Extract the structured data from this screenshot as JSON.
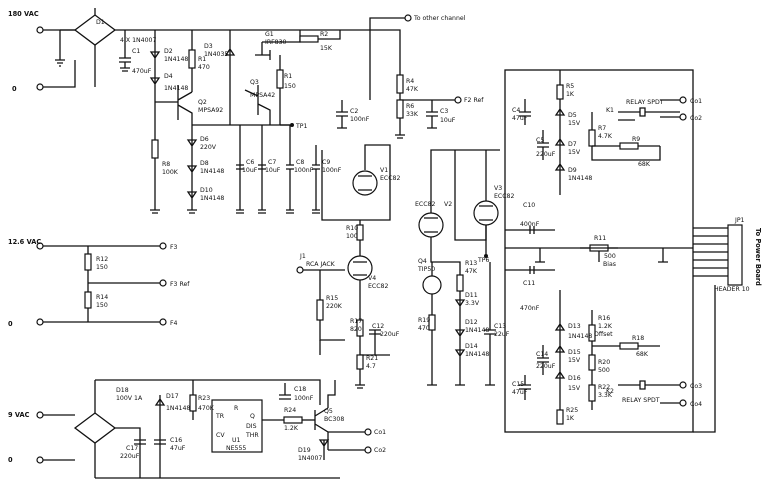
{
  "labels": {
    "ac_180": "180 VAC",
    "ac_180_zero": "0",
    "d1": "D1",
    "d1_val": "4 X 1N4007",
    "c1": "C1",
    "c1_val": "470uF",
    "d2": "D2",
    "d2_val": "1N4148",
    "d4": "D4",
    "d4_val": "1N4148",
    "d3": "D3",
    "d3_val": "1N4035",
    "r1": "R1",
    "r1_val": "470",
    "r1b": "R1",
    "r1b_val": "150",
    "g1": "G1",
    "g1_val": "IRF830",
    "r2": "R2",
    "r2_val": "15K",
    "q2": "Q2",
    "q2_val": "MPSA92",
    "q3": "Q3",
    "q3_val": "MPSA42",
    "to_other": "To other channel",
    "r4": "R4",
    "r4_val": "47K",
    "r6": "R6",
    "r6_val": "33K",
    "f2ref": "F2 Ref",
    "c2": "C2",
    "c2_val": "100nF",
    "c3": "C3",
    "c3_val": "10uF",
    "d6": "D6",
    "d6_val": "220V",
    "d8": "D8",
    "d8_val": "1N4148",
    "d10": "D10",
    "d10_val": "1N4148",
    "c6": "C6",
    "c6_val": "10uF",
    "c7": "C7",
    "c7_val": "10uF",
    "c8": "C8",
    "c8_val": "100nF",
    "c9": "C9",
    "c9_val": "100nF",
    "tp1": "TP1",
    "r8": "R8",
    "r8_val": "100K",
    "v1": "V1",
    "v1_val": "ECC82",
    "v2a": "ECC82",
    "v2": "V2",
    "v3": "V3",
    "v3_val": "ECC82",
    "r10": "R10",
    "r10_val": "100",
    "ac_126": "12.6 VAC",
    "ac_126_zero": "0",
    "r12": "R12",
    "r12_val": "150",
    "r14": "R14",
    "r14_val": "150",
    "f3": "F3",
    "f3ref": "F3 Ref",
    "f4": "F4",
    "j1": "J1",
    "j1_val": "RCA JACK",
    "v4": "V4",
    "v4_val": "ECC82",
    "r15": "R15",
    "r15_val": "220K",
    "r17": "R17",
    "r17_val": "820",
    "c12": "C12",
    "c12_val": "220uF",
    "r21": "R21",
    "r21_val": "4.7",
    "q4": "Q4",
    "q4_val": "TIP50",
    "r13": "R13",
    "r13_val": "47K",
    "d11": "D11",
    "d11_val": "3.3V",
    "d12": "D12",
    "d12_val": "1N4148",
    "d14": "D14",
    "d14_val": "1N4148",
    "r19": "R19",
    "r19_val": "470",
    "c13": "C13",
    "c13_val": "22uF",
    "tp6": "TP6",
    "c4": "C4",
    "c4_val": "47uF",
    "r5": "R5",
    "r5_val": "1K",
    "d5": "D5",
    "d5_val": "15V",
    "c5": "C5",
    "c5_val": "220uF",
    "d7": "D7",
    "d7_val": "15V",
    "d9": "D9",
    "d9_val": "1N4148",
    "r7": "R7",
    "r7_val": "4.7K",
    "r9": "R9",
    "r9_val": "68K",
    "k1": "K1",
    "relay_spdt_top": "RELAY SPDT",
    "co1": "Co1",
    "co2": "Co2",
    "c10": "C10",
    "c10_val": "400nF",
    "r11": "R11",
    "r11_val": "500",
    "r11_sub": "Bias",
    "c11": "C11",
    "c11_val": "470nF",
    "d13": "D13",
    "d13_val": "1N4148",
    "c14": "C14",
    "c14_val": "220uF",
    "d15": "D15",
    "d15_val": "15V",
    "d16": "D16",
    "d16_val": "15V",
    "r16": "R16",
    "r16_val": "1.2K",
    "r16_sub": "Offset",
    "r20": "R20",
    "r20_val": "500",
    "r18": "R18",
    "r18_val": "68K",
    "c15": "C15",
    "c15_val": "47uF",
    "r22": "R22",
    "r22_val": "3.3K",
    "r25": "R25",
    "r25_val": "1K",
    "k2": "K2",
    "relay_spdt_bot": "RELAY SPDT",
    "co3": "Co3",
    "co4": "Co4",
    "jp1": "JP1",
    "header": "HEADER 10",
    "to_power": "To Power Board",
    "ac_9": "9 VAC",
    "ac_9_zero": "0",
    "d18": "D18",
    "d18_val": "100V 1A",
    "c17": "C17",
    "c17_val": "220uF",
    "c16": "C16",
    "c16_val": "47uF",
    "d17": "D17",
    "d17_val": "1N4148",
    "r23": "R23",
    "r23_val": "470K",
    "c18": "C18",
    "c18_val": "100nF",
    "u1": "U1",
    "u1_val": "NE555",
    "pin_tr": "TR",
    "pin_q": "Q",
    "pin_dis": "DIS",
    "pin_thr": "THR",
    "pin_cv": "CV",
    "pin_r": "R",
    "r24": "R24",
    "r24_val": "1.2K",
    "q5": "Q5",
    "q5_val": "BC308",
    "d19": "D19",
    "d19_val": "1N4007",
    "coil1": "Co1",
    "coil2": "Co2"
  }
}
